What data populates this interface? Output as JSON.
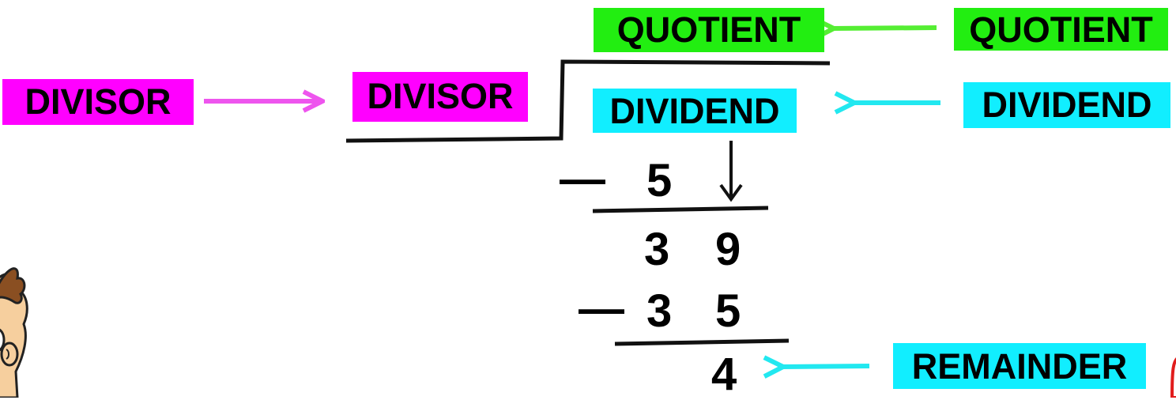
{
  "labels": {
    "quotient_box": "QUOTIENT",
    "quotient_name": "QUOTIENT",
    "divisor_name": "DIVISOR",
    "divisor_box": "DIVISOR",
    "dividend_box": "DIVIDEND",
    "dividend_name": "DIVIDEND",
    "remainder_name": "REMAINDER"
  },
  "steps": {
    "minus_1": "—",
    "subtract_1": "5",
    "difference_1_tens": "3",
    "difference_1_ones": "9",
    "minus_2": "—",
    "subtract_2_tens": "3",
    "subtract_2_ones": "5",
    "remainder": "4"
  },
  "colors": {
    "quotient": "#22ee11",
    "divisor": "#ff00ff",
    "dividend": "#11eeff",
    "quotient_arrow": "#55ee33",
    "divisor_arrow": "#ee55ee",
    "dividend_arrow": "#22e8f0",
    "remainder_arrow": "#22e8f0"
  }
}
